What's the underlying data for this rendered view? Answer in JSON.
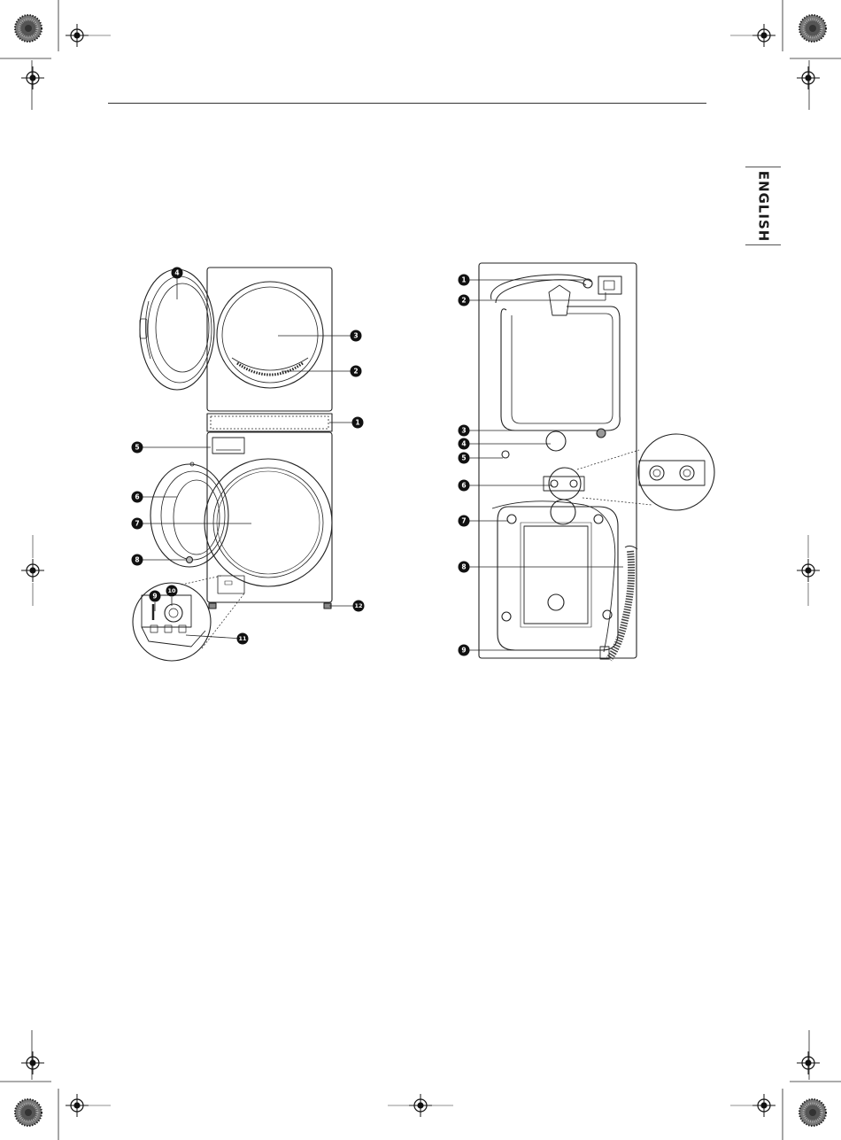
{
  "header": {
    "language_tab": "ENGLISH"
  },
  "front_view": {
    "callouts": [
      "1",
      "2",
      "3",
      "4",
      "5",
      "6",
      "7",
      "8",
      "9",
      "10",
      "11",
      "12"
    ]
  },
  "rear_view": {
    "callouts": [
      "1",
      "2",
      "3",
      "4",
      "5",
      "6",
      "7",
      "8",
      "9"
    ]
  },
  "icons": {
    "registration_mark": "crosshair-register-icon",
    "color_bar": "radial-color-bar-icon"
  }
}
